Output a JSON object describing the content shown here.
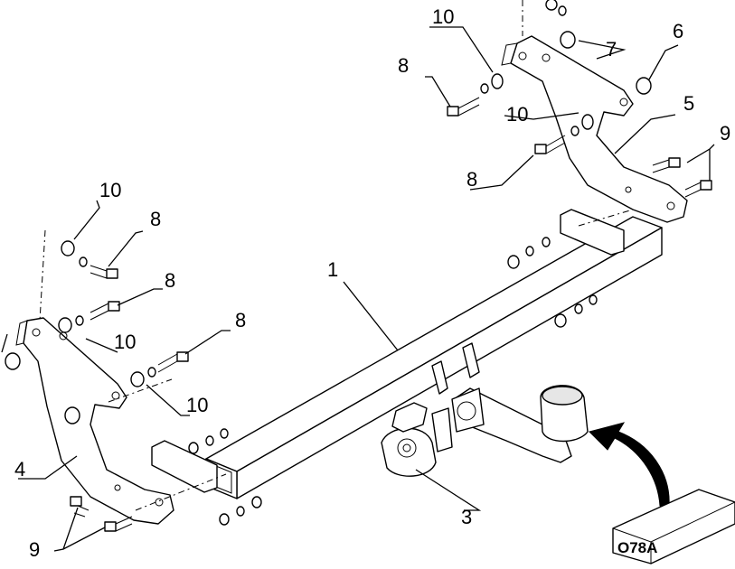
{
  "diagram": {
    "callouts": {
      "c1": "1",
      "c3": "3",
      "c4": "4",
      "c5": "5",
      "c6": "6",
      "c7": "7",
      "c8a": "8",
      "c8b": "8",
      "c8c": "8",
      "c8d": "8",
      "c8e": "8",
      "c9a": "9",
      "c9b": "9",
      "c10a": "10",
      "c10b": "10",
      "c10c": "10",
      "c10d": "10",
      "c10e": "10"
    },
    "box_label": "O78A"
  }
}
